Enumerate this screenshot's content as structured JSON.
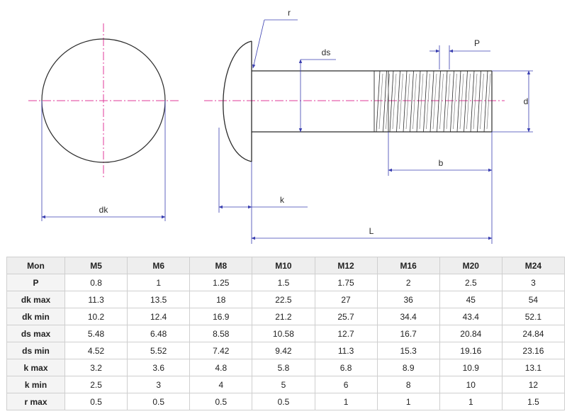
{
  "drawing": {
    "labels": {
      "r": "r",
      "ds": "ds",
      "p": "P",
      "d": "d",
      "b": "b",
      "k": "k",
      "l": "L",
      "dk": "dk"
    },
    "colors": {
      "outline": "#2b2b2b",
      "dimension": "#3a3fb0",
      "centerline": "#e0389a"
    }
  },
  "table": {
    "columns": [
      "Mon",
      "M5",
      "M6",
      "M8",
      "M10",
      "M12",
      "M16",
      "M20",
      "M24"
    ],
    "rows": [
      {
        "label": "P",
        "values": [
          "0.8",
          "1",
          "1.25",
          "1.5",
          "1.75",
          "2",
          "2.5",
          "3"
        ]
      },
      {
        "label": "dk max",
        "values": [
          "11.3",
          "13.5",
          "18",
          "22.5",
          "27",
          "36",
          "45",
          "54"
        ]
      },
      {
        "label": "dk min",
        "values": [
          "10.2",
          "12.4",
          "16.9",
          "21.2",
          "25.7",
          "34.4",
          "43.4",
          "52.1"
        ]
      },
      {
        "label": "ds max",
        "values": [
          "5.48",
          "6.48",
          "8.58",
          "10.58",
          "12.7",
          "16.7",
          "20.84",
          "24.84"
        ]
      },
      {
        "label": "ds min",
        "values": [
          "4.52",
          "5.52",
          "7.42",
          "9.42",
          "11.3",
          "15.3",
          "19.16",
          "23.16"
        ]
      },
      {
        "label": "k max",
        "values": [
          "3.2",
          "3.6",
          "4.8",
          "5.8",
          "6.8",
          "8.9",
          "10.9",
          "13.1"
        ]
      },
      {
        "label": "k min",
        "values": [
          "2.5",
          "3",
          "4",
          "5",
          "6",
          "8",
          "10",
          "12"
        ]
      },
      {
        "label": "r max",
        "values": [
          "0.5",
          "0.5",
          "0.5",
          "0.5",
          "1",
          "1",
          "1",
          "1.5"
        ]
      }
    ]
  }
}
